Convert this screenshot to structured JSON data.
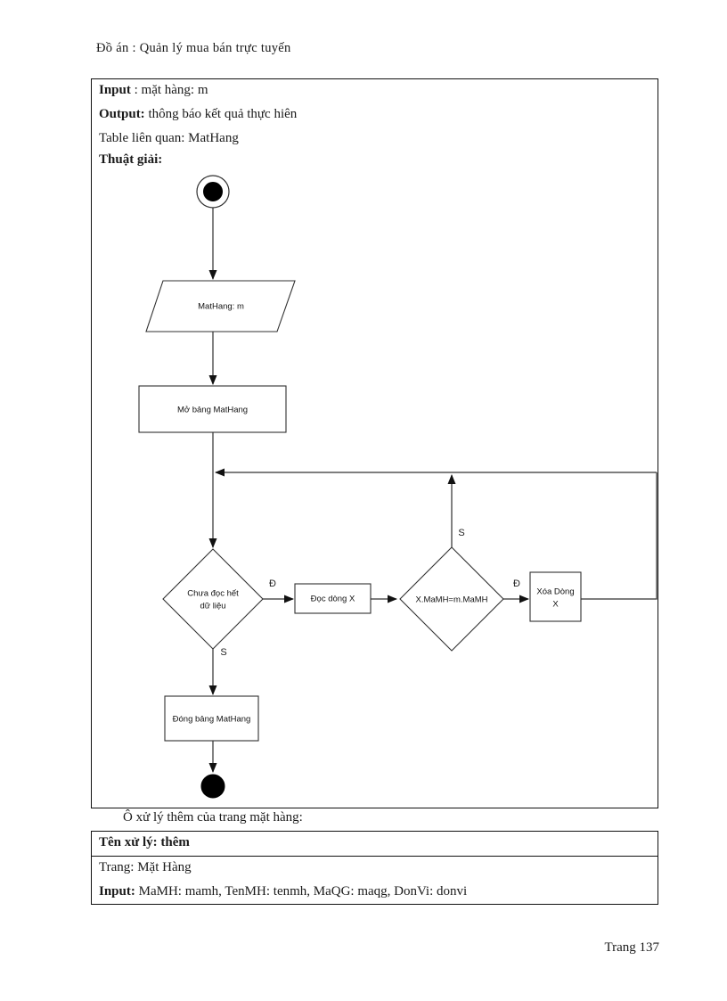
{
  "document": {
    "header": "Đồ án : Quản lý mua  bán trực tuyến",
    "footer": "Trang  137"
  },
  "info_table": {
    "rows": [
      {
        "label": "Input",
        "sep": " : ",
        "value": "mặt hàng:  m",
        "bold_label": true
      },
      {
        "label": "Output:",
        "sep": " ",
        "value": "thông báo kết quả thực hiên",
        "bold_label": true
      },
      {
        "label": "Table  liên quan:",
        "sep": " ",
        "value": " MatHang",
        "bold_label": false
      }
    ]
  },
  "flowchart": {
    "title": "Thuật  giải:",
    "nodes": {
      "start": "start-node",
      "input": "MatHang: m",
      "open_table": "Mở bảng MatHang",
      "decision_more_data": "Chưa đọc hết\ndữ liệu",
      "decision_more_data_line1": "Chưa đọc hết",
      "decision_more_data_line2": "dữ liệu",
      "read_row": "Đọc dòng X",
      "decision_match": "X.MaMH=m.MaMH",
      "delete_row_line1": "Xóa Dòng",
      "delete_row_line2": "X",
      "close_table": "Đóng bảng MatHang",
      "end": "end-node"
    },
    "branch_labels": {
      "more_data_yes": "Đ",
      "more_data_no": "S",
      "match_yes": "Đ",
      "match_no": "S"
    }
  },
  "mid_caption": "Ô xử lý thêm của trang mặt hàng:",
  "bottom_table": {
    "rows": [
      {
        "label": "Tên xử lý: thêm",
        "value": "",
        "bold_label": true,
        "rule_above": false
      },
      {
        "label": "Trang:",
        "value": "  Mặt Hàng",
        "bold_label": false,
        "rule_above": true
      },
      {
        "label": "Input:",
        "value": "  MaMH: mamh,  TenMH: tenmh,  MaQG: maqg,  DonVi:  donvi",
        "bold_label": true,
        "rule_above": false
      }
    ]
  }
}
